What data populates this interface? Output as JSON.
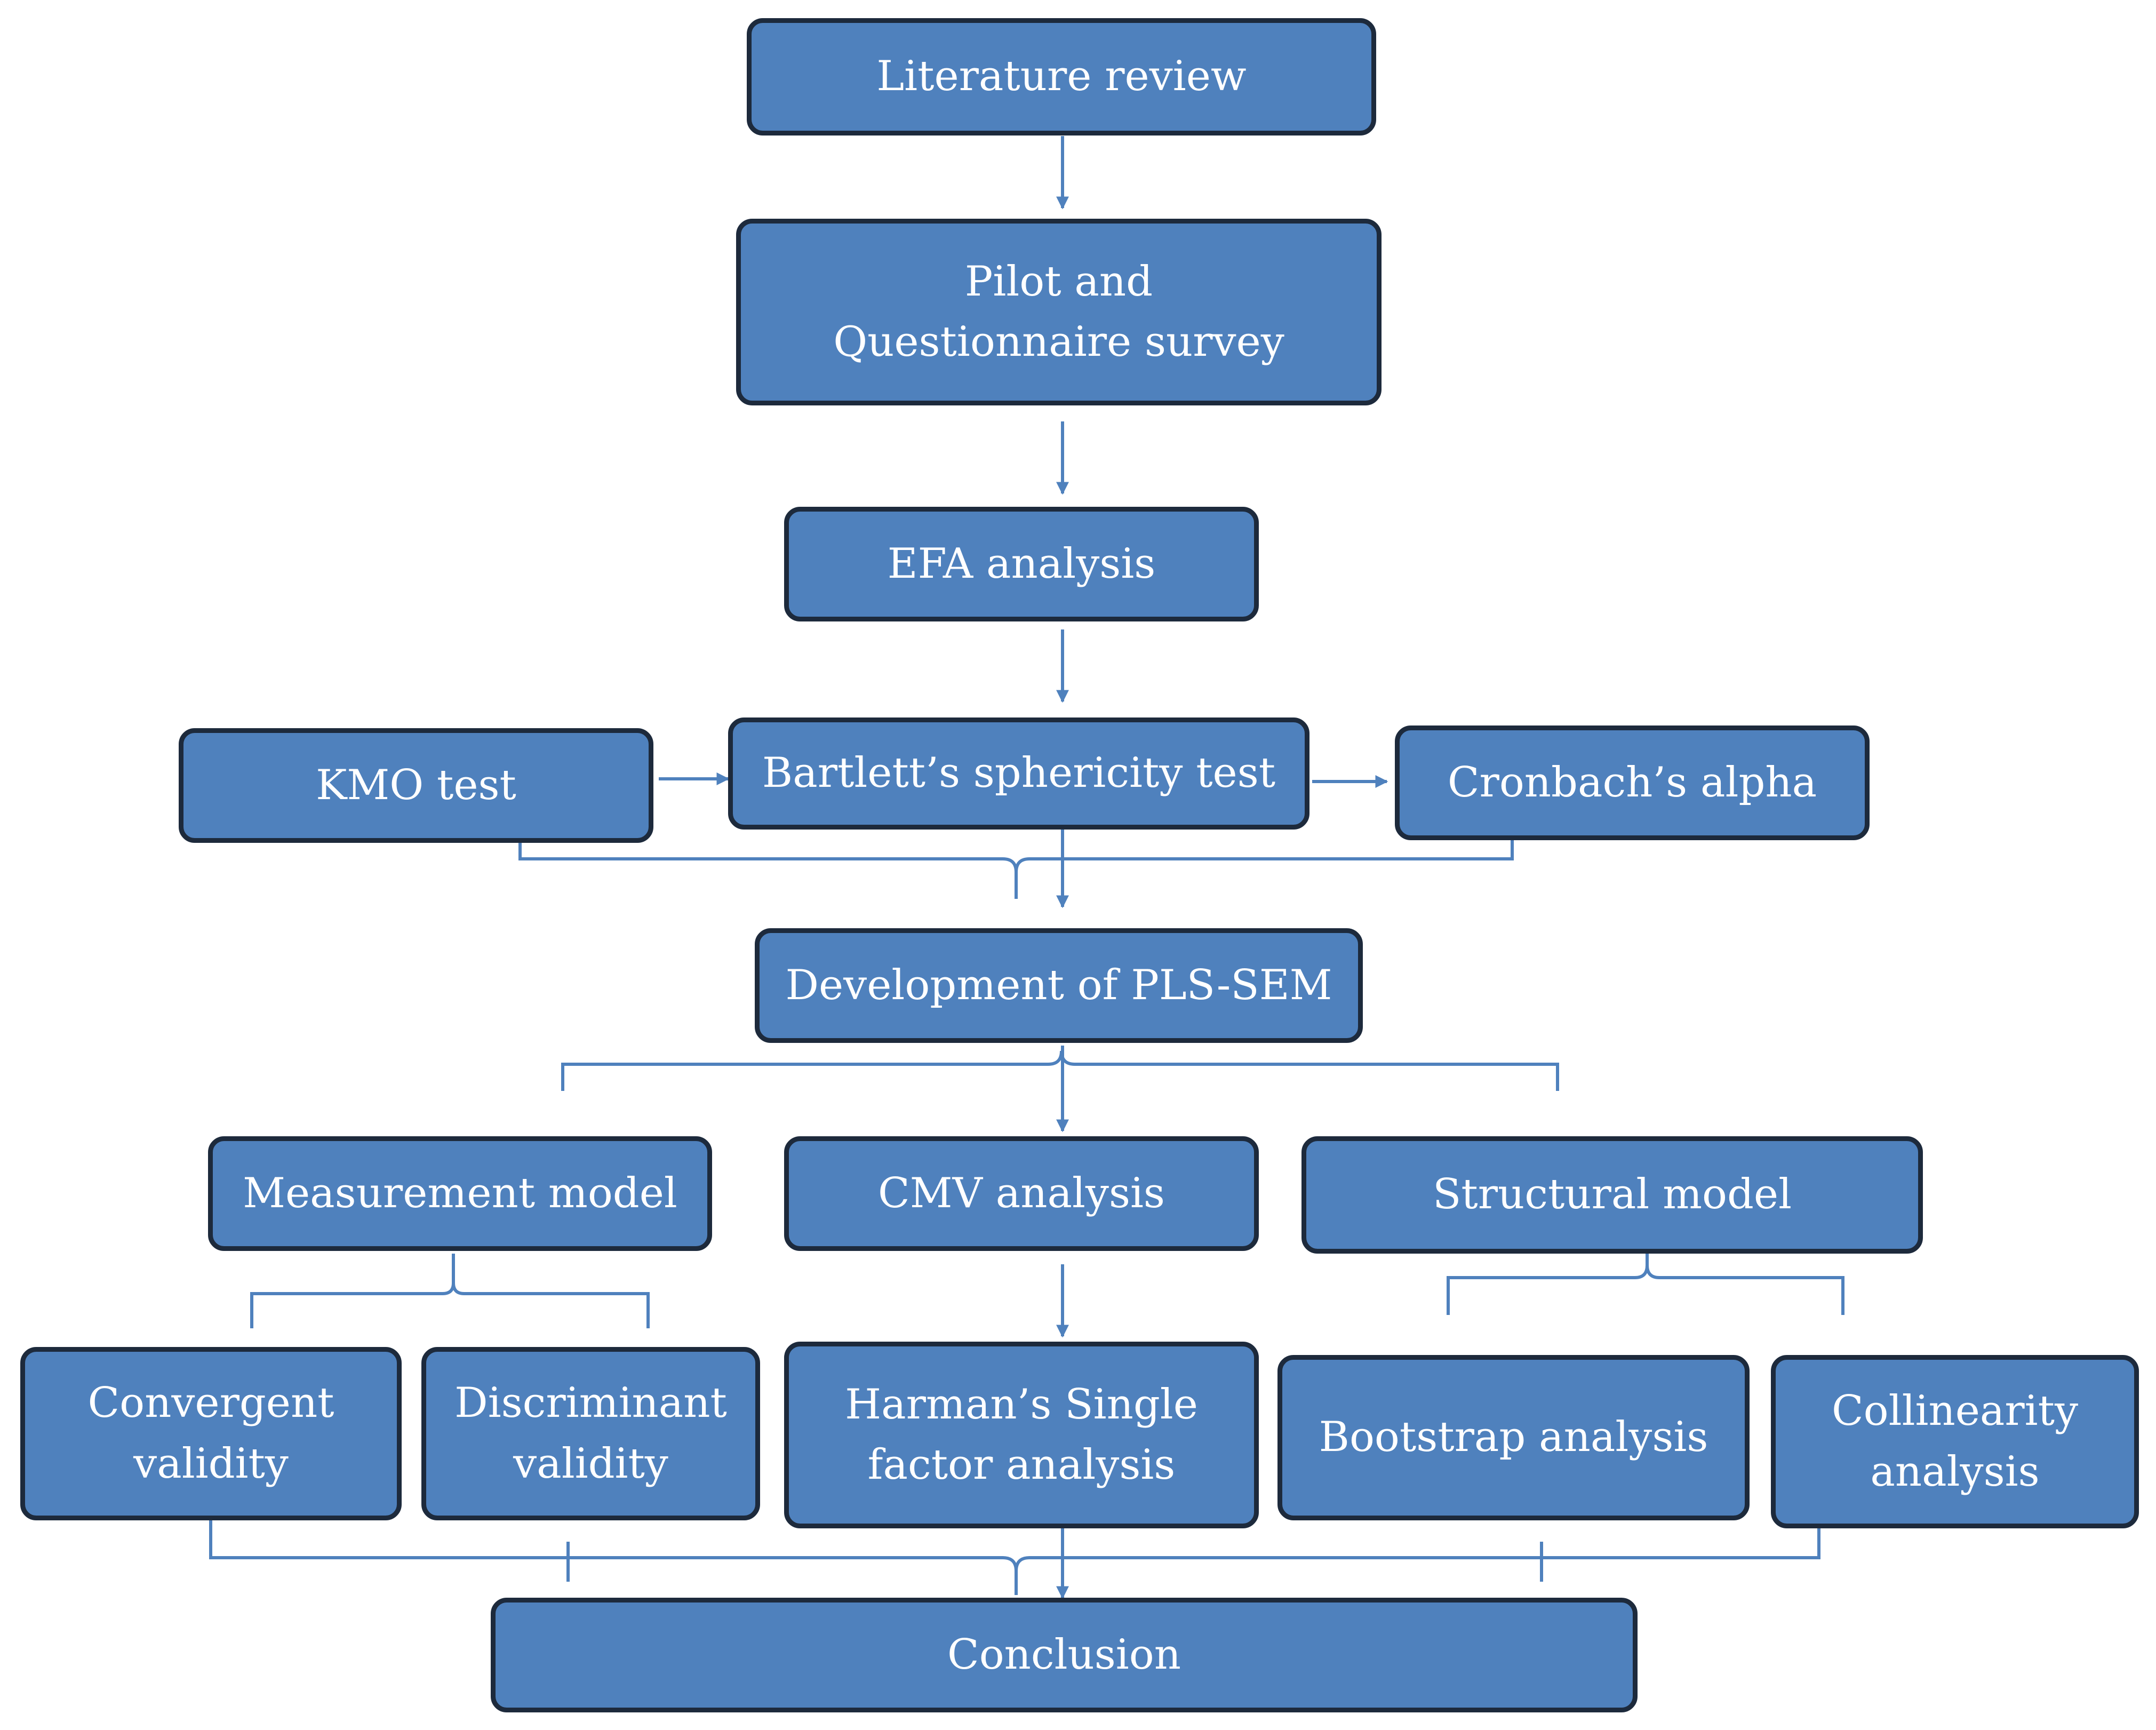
{
  "nodes": {
    "literature_review": "Literature review",
    "pilot_survey": "Pilot and Questionnaire survey",
    "efa_analysis": "EFA analysis",
    "kmo_test": "KMO test",
    "bartlett_test": "Bartlett’s sphericity test",
    "cronbach_alpha": "Cronbach’s alpha",
    "pls_sem": "Development of PLS-SEM",
    "measurement_model": "Measurement model",
    "cmv_analysis": "CMV analysis",
    "structural_model": "Structural model",
    "convergent_validity": "Convergent validity",
    "discriminant_validity": "Discriminant validity",
    "harman_analysis": "Harman’s Single factor analysis",
    "bootstrap_analysis": "Bootstrap analysis",
    "collinearity_analysis": "Collinearity analysis",
    "conclusion": "Conclusion"
  },
  "colors": {
    "box_fill": "#4f81bd",
    "box_border": "#1d2a3c",
    "connector": "#4f81bd",
    "text": "#ffffff"
  }
}
